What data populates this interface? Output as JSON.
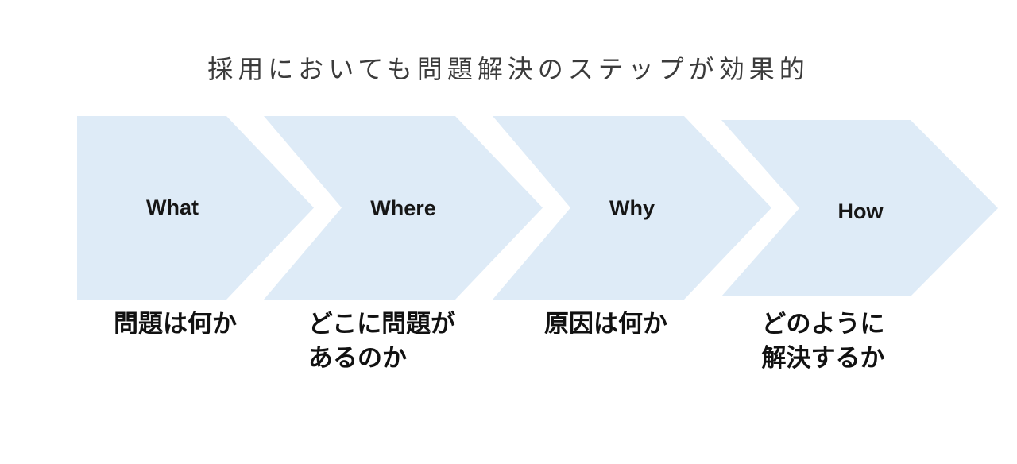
{
  "title": "採用においても問題解決のステップが効果的",
  "colors": {
    "background": "#ffffff",
    "chevron_fill": "#DEEBF7",
    "title_text": "#3b3b3b",
    "label_text": "#111111"
  },
  "steps": [
    {
      "label": "What",
      "description_line1": "問題は何か",
      "description_line2": ""
    },
    {
      "label": "Where",
      "description_line1": "どこに問題が",
      "description_line2": "あるのか"
    },
    {
      "label": "Why",
      "description_line1": "原因は何か",
      "description_line2": ""
    },
    {
      "label": "How",
      "description_line1": "どのように",
      "description_line2": "解決するか"
    }
  ]
}
